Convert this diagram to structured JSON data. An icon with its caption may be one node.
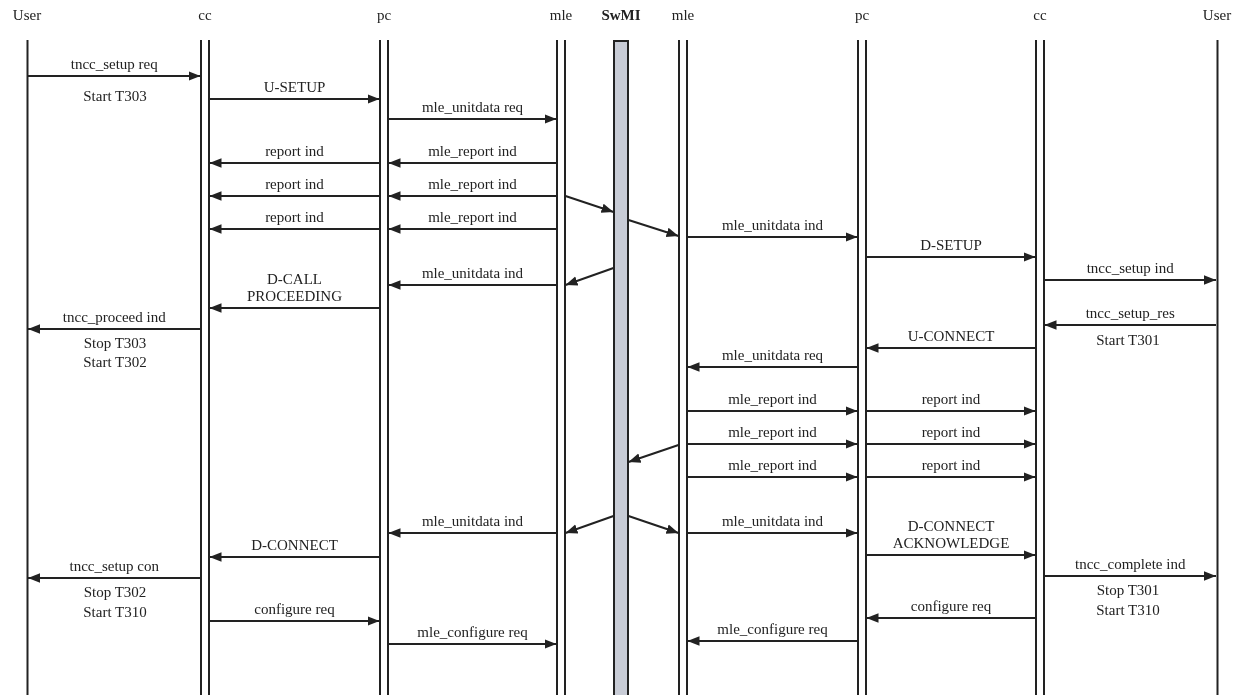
{
  "diagram": {
    "nodes": [
      {
        "text": [
          "User"
        ]
      },
      {
        "text": [
          "cc"
        ]
      },
      {
        "text": [
          "pc"
        ]
      },
      {
        "text": [
          "mle"
        ]
      },
      {
        "text": [
          "SwMI"
        ]
      },
      {
        "text": [
          "mle"
        ]
      },
      {
        "text": [
          "pc"
        ]
      },
      {
        "text": [
          "cc"
        ]
      },
      {
        "text": [
          "User"
        ]
      }
    ],
    "edges": [
      {
        "from": 0,
        "to": 1,
        "arrow": "to",
        "label": "tncc_setup req"
      },
      {
        "from": 1,
        "to": 2,
        "arrow": "to",
        "label": "U-SETUP"
      },
      {
        "from": 2,
        "to": 3,
        "arrow": "to",
        "label": "mle_unitdata req"
      },
      {
        "from": 3,
        "to": 2,
        "arrow": "to",
        "label": "mle_report ind"
      },
      {
        "from": 2,
        "to": 1,
        "arrow": "to",
        "label": "report ind"
      },
      {
        "from": 3,
        "to": 2,
        "arrow": "to",
        "label": "mle_report ind"
      },
      {
        "from": 2,
        "to": 1,
        "arrow": "to",
        "label": "report ind"
      },
      {
        "from": 3,
        "to": 4,
        "arrow": "to"
      },
      {
        "from": 3,
        "to": 2,
        "arrow": "to",
        "label": "mle_report ind"
      },
      {
        "from": 2,
        "to": 1,
        "arrow": "to",
        "label": "report ind"
      },
      {
        "from": 4,
        "to": 5,
        "arrow": "to"
      },
      {
        "from": 5,
        "to": 6,
        "arrow": "to",
        "label": "mle_unitdata ind"
      },
      {
        "from": 6,
        "to": 7,
        "arrow": "to",
        "label": "D-SETUP"
      },
      {
        "from": 7,
        "to": 8,
        "arrow": "to",
        "label": "tncc_setup ind"
      },
      {
        "from": 4,
        "to": 3,
        "arrow": "to"
      },
      {
        "from": 3,
        "to": 2,
        "arrow": "to",
        "label": "mle_unitdata ind"
      },
      {
        "from": 2,
        "to": 1,
        "arrow": "to",
        "label": "D-CALL PROCEEDING"
      },
      {
        "from": 1,
        "to": 0,
        "arrow": "to",
        "label": "tncc_proceed ind"
      },
      {
        "from": 8,
        "to": 7,
        "arrow": "to",
        "label": "tncc_setup_res"
      },
      {
        "from": 7,
        "to": 6,
        "arrow": "to",
        "label": "U-CONNECT"
      },
      {
        "from": 6,
        "to": 5,
        "arrow": "to",
        "label": "mle_unitdata req"
      },
      {
        "from": 5,
        "to": 6,
        "arrow": "to",
        "label": "mle_report ind"
      },
      {
        "from": 6,
        "to": 7,
        "arrow": "to",
        "label": "report ind"
      },
      {
        "from": 5,
        "to": 4,
        "arrow": "to"
      },
      {
        "from": 5,
        "to": 6,
        "arrow": "to",
        "label": "mle_report ind"
      },
      {
        "from": 6,
        "to": 7,
        "arrow": "to",
        "label": "report ind"
      },
      {
        "from": 5,
        "to": 6,
        "arrow": "to",
        "label": "mle_report ind"
      },
      {
        "from": 6,
        "to": 7,
        "arrow": "to",
        "label": "report ind"
      },
      {
        "from": 4,
        "to": 3,
        "arrow": "to"
      },
      {
        "from": 3,
        "to": 2,
        "arrow": "to",
        "label": "mle_unitdata ind"
      },
      {
        "from": 4,
        "to": 5,
        "arrow": "to"
      },
      {
        "from": 5,
        "to": 6,
        "arrow": "to",
        "label": "mle_unitdata ind"
      },
      {
        "from": 2,
        "to": 1,
        "arrow": "to",
        "label": "D-CONNECT"
      },
      {
        "from": 6,
        "to": 7,
        "arrow": "to",
        "label": "D-CONNECT ACKNOWLEDGE"
      },
      {
        "from": 1,
        "to": 0,
        "arrow": "to",
        "label": "tncc_setup con"
      },
      {
        "from": 7,
        "to": 8,
        "arrow": "to",
        "label": "tncc_complete ind"
      },
      {
        "from": 1,
        "to": 2,
        "arrow": "to",
        "label": "configure req"
      },
      {
        "from": 7,
        "to": 6,
        "arrow": "to",
        "label": "configure req"
      },
      {
        "from": 2,
        "to": 3,
        "arrow": "to",
        "label": "mle_configure req"
      },
      {
        "from": 6,
        "to": 5,
        "arrow": "to",
        "label": "mle_configure req"
      }
    ],
    "labels": [
      "Start T303",
      "Stop T303",
      "Start T302",
      "Start T301",
      "Stop T302",
      "Start T310",
      "Stop T301",
      "Start T310"
    ]
  }
}
